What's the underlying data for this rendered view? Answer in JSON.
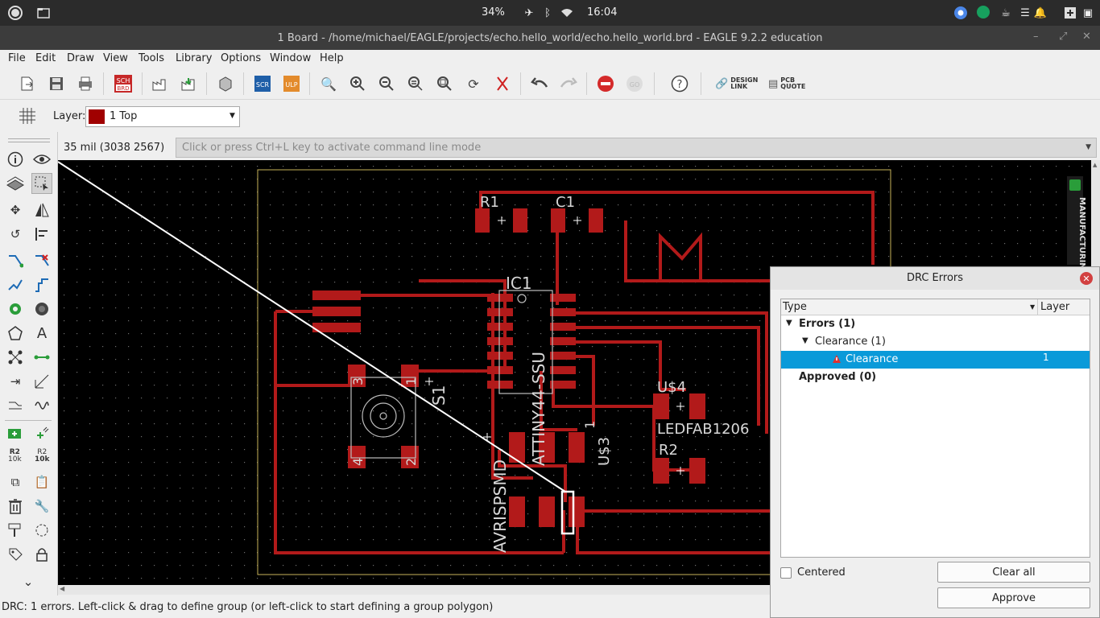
{
  "system_bar": {
    "battery": "34%",
    "time": "16:04"
  },
  "window": {
    "title": "1 Board - /home/michael/EAGLE/projects/echo.hello_world/echo.hello_world.brd - EAGLE 9.2.2 education"
  },
  "menu": [
    "File",
    "Edit",
    "Draw",
    "View",
    "Tools",
    "Library",
    "Options",
    "Window",
    "Help"
  ],
  "toolbar": {
    "sch_brd": "SCH BRD",
    "scr": "SCR",
    "ulp": "ULP",
    "design_link": "DESIGN LINK",
    "pcb_quote": "PCB QUOTE",
    "help": "?"
  },
  "layer": {
    "label": "Layer:",
    "value": "1 Top",
    "color": "#a00000"
  },
  "coordinates": "35 mil (3038 2567)",
  "command_placeholder": "Click or press Ctrl+L key to activate command line mode",
  "side_panel_label": "MANUFACTURING",
  "left_tools": {
    "r2_a": "R2",
    "r2_a_val": "10k",
    "r2_b": "R2",
    "r2_b_val": "10k"
  },
  "board": {
    "labels": {
      "r1": "R1",
      "c1": "C1",
      "ic1": "IC1",
      "attiny": "ATTINY44-SSU",
      "u4": "U$4",
      "ledfab": "LEDFAB1206",
      "r2": "R2",
      "u3": "U$3",
      "u3_pin": "1",
      "s1": "S1",
      "avrispsmd": "AVRISPSMD",
      "sw_tl": "3",
      "sw_tr": "1",
      "sw_bl": "4",
      "sw_br": "2"
    },
    "colors": {
      "copper": "#b21a1a",
      "silk": "#bdbdbd",
      "background": "#000000",
      "outline": "#c9b45a"
    }
  },
  "drc_dialog": {
    "title": "DRC Errors",
    "columns": {
      "type": "Type",
      "layer": "Layer"
    },
    "errors": "Errors (1)",
    "clearance_group": "Clearance (1)",
    "clearance_item": "Clearance",
    "clearance_layer": "1",
    "approved": "Approved (0)",
    "centered": "Centered",
    "clear_all": "Clear all",
    "approve": "Approve",
    "selection_color": "#0a9ad9"
  },
  "status": "DRC: 1 errors. Left-click & drag to define group (or left-click to start defining a group polygon)"
}
